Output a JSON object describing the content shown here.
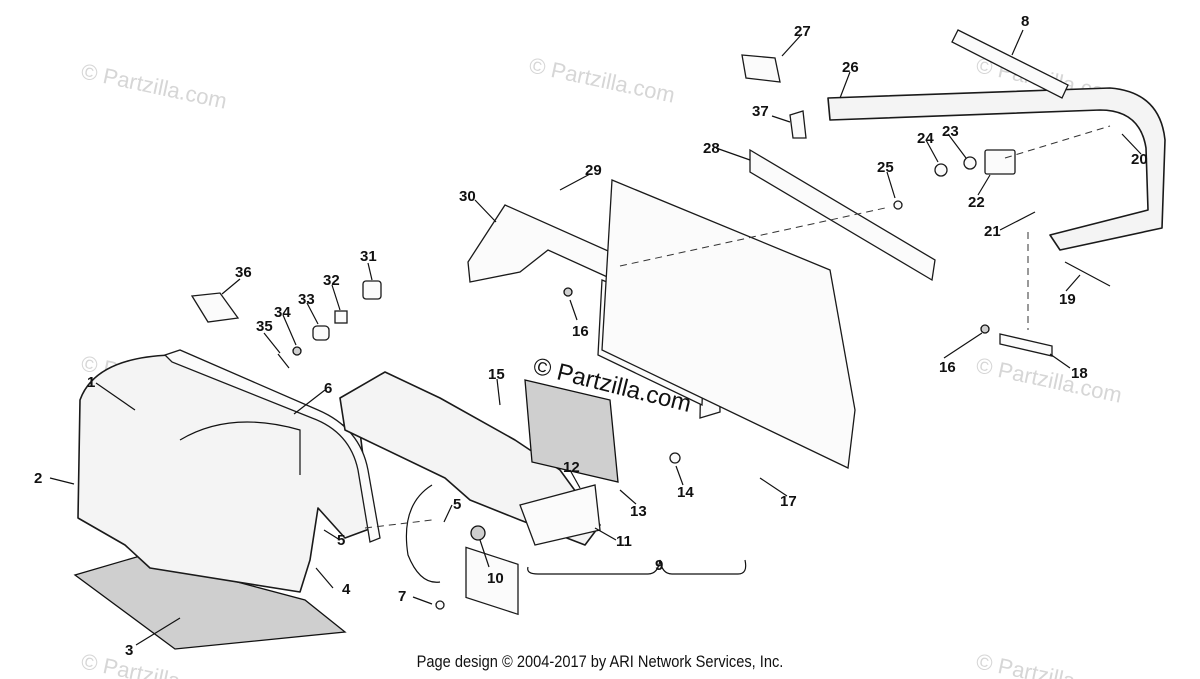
{
  "watermark": "© Partzilla.com",
  "footer": "Page design © 2004-2017 by ARI Network Services, Inc.",
  "callouts": {
    "n1": "1",
    "n2": "2",
    "n3": "3",
    "n4": "4",
    "n5a": "5",
    "n5b": "5",
    "n6": "6",
    "n7": "7",
    "n8": "8",
    "n9": "9",
    "n10": "10",
    "n11": "11",
    "n12": "12",
    "n13": "13",
    "n14": "14",
    "n15": "15",
    "n16a": "16",
    "n16b": "16",
    "n17": "17",
    "n18": "18",
    "n19": "19",
    "n20": "20",
    "n21": "21",
    "n22": "22",
    "n23": "23",
    "n24": "24",
    "n25": "25",
    "n26": "26",
    "n27": "27",
    "n28": "28",
    "n29": "29",
    "n30": "30",
    "n31": "31",
    "n32": "32",
    "n33": "33",
    "n34": "34",
    "n35": "35",
    "n36": "36",
    "n37": "37"
  }
}
